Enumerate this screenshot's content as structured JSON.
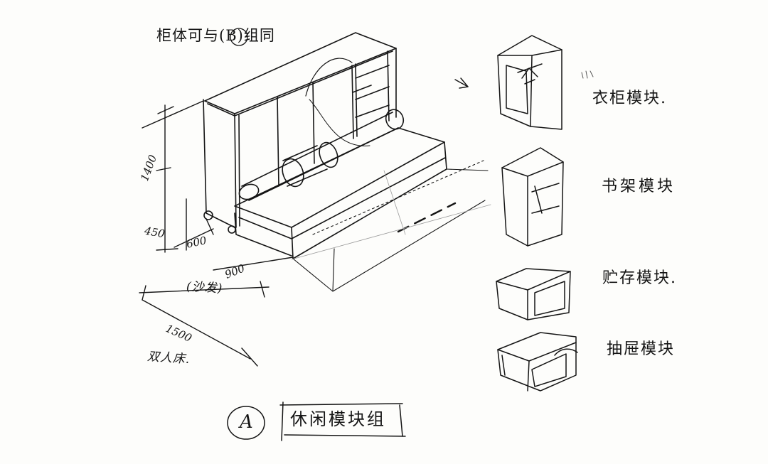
{
  "drawing": {
    "note": "柜体可与(B)组同",
    "title": "休闲模块组",
    "badge": "A",
    "modules": [
      {
        "label": "衣柜模块."
      },
      {
        "label": "书架模块"
      },
      {
        "label": "贮存模块."
      },
      {
        "label": "抽屉模块"
      }
    ],
    "dimensions": {
      "height": "1400",
      "depth": "600",
      "seat_height": "450",
      "sofa_depth": "900",
      "sofa_label": "(沙发)",
      "bed_width": "1500",
      "bed_label": "双人床."
    }
  },
  "colors": {
    "ink": "#151515",
    "paper": "#fdfdfb",
    "faint": "#9a9a9a"
  }
}
